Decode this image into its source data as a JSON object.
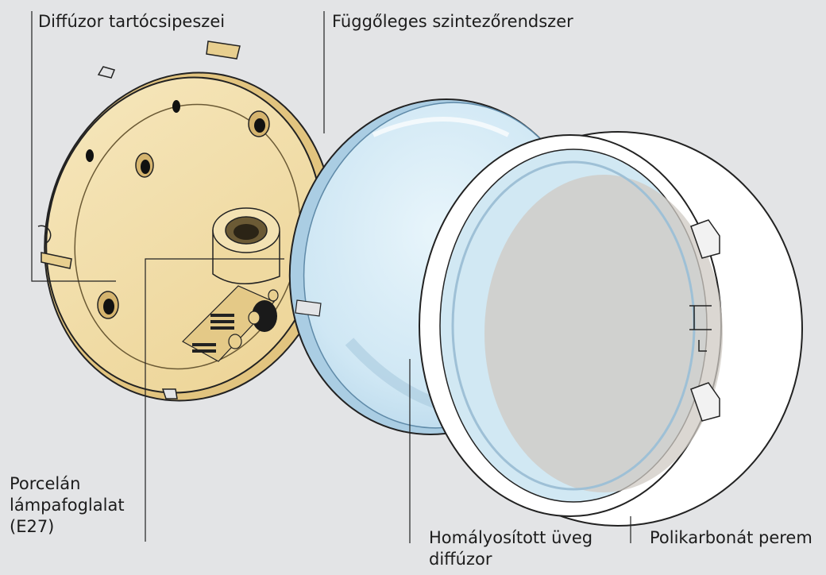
{
  "labels": {
    "diffuser_clips": "Diffúzor tartócsipeszei",
    "vertical_leveling": "Függőleges szintezőrendszer",
    "porcelain_socket": [
      "Porcelán",
      "lámpafoglalat",
      "(E27)"
    ],
    "frosted_glass": [
      "Homályosított üveg",
      "diffúzor"
    ],
    "polycarbonate_rim": "Polikarbonát perem"
  },
  "colors": {
    "background": "#e3e4e6",
    "base_plate": "#f3dfa8",
    "base_plate_dark": "#c9ac6a",
    "glass": "#d6ecf7",
    "glass_edge": "#7fa7c2",
    "rim": "#ffffff",
    "line": "#222222"
  }
}
